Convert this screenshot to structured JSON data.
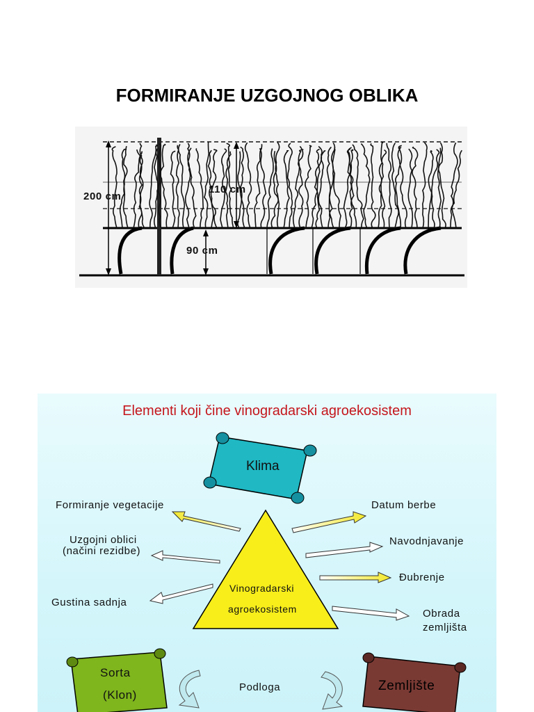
{
  "slide1": {
    "title": "FORMIRANJE UZGOJNOG OBLIKA",
    "dim_total": "200 cm",
    "dim_upper": "110 cm",
    "dim_lower": "90 cm"
  },
  "slide2": {
    "title": "Elementi koji čine vinogradarski agroekosistem",
    "klima": "Klima",
    "center_line1": "Vinogradarski",
    "center_line2": "agroekosistem",
    "left_items": [
      "Formiranje vegetacije",
      "Uzgojni oblici",
      "(načini rezidbe)",
      "Gustina sadnja"
    ],
    "right_items": [
      "Datum berbe",
      "Navodnjavanje",
      "Đubrenje",
      "Obrada",
      "zemljišta"
    ],
    "sorta": "Sorta",
    "klon": "(Klon)",
    "podloga": "Podloga",
    "zemljiste": "Zemljište"
  },
  "colors": {
    "title_red": "#c4161c",
    "triangle_yellow": "#f7ee1a",
    "klima_teal": "#1fb8c3",
    "sorta_green": "#7fb51d",
    "zemljiste_brown": "#7a3a34"
  }
}
